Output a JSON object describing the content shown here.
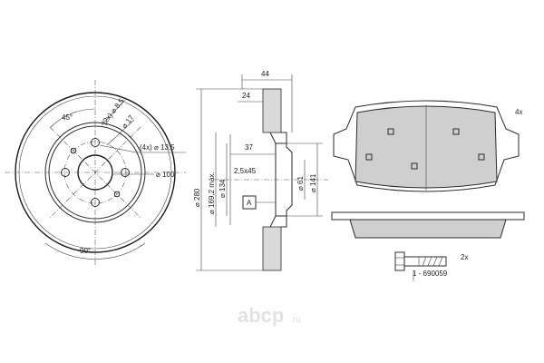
{
  "disc_front": {
    "label_angle_top": "45°",
    "label_holes_center": "(2x) ⌀ 8,5",
    "label_center_bore": "⌀ 17",
    "label_bolt_holes": "(4x) ⌀ 13,5",
    "label_pcd": "⌀ 100",
    "label_angle_bottom": "90°"
  },
  "disc_section": {
    "dim_width_total": "44",
    "dim_24": "24",
    "dim_37": "37",
    "dim_chamfer": "2,5x45",
    "dim_280": "⌀ 280",
    "dim_169": "⌀ 169,2 máx.",
    "dim_134": "⌀ 134",
    "dim_61": "⌀ 61",
    "dim_141": "⌀ 141",
    "datum_a": "A"
  },
  "pads": {
    "quantity_label": "4x"
  },
  "bolt": {
    "quantity_label": "2x",
    "part_number": "1 - 690059"
  },
  "watermark": {
    "text": "abcp",
    "suffix": ".ru"
  }
}
